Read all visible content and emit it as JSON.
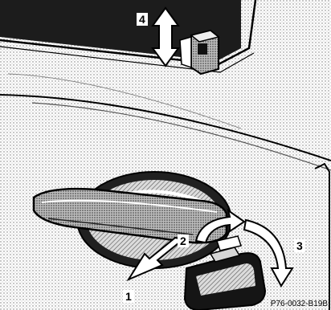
{
  "callouts": {
    "c1": "1",
    "c2": "2",
    "c3": "3",
    "c4": "4"
  },
  "figure_id": "P76-0032-B19B",
  "colors": {
    "line": "#000000",
    "background": "#ffffff",
    "stipple": "#777777"
  }
}
